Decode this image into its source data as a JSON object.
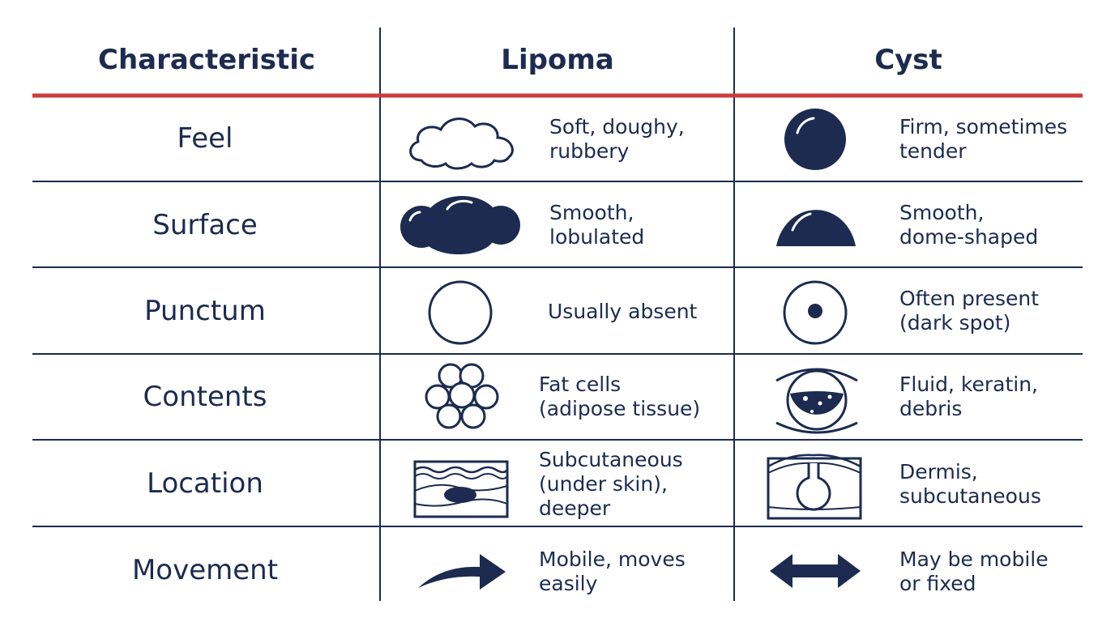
{
  "headers": {
    "characteristic": "Characteristic",
    "lipoma": "Lipoma",
    "cyst": "Cyst"
  },
  "rows": [
    {
      "label": "Feel",
      "lipoma": "Soft, doughy,\nrubbery",
      "cyst": "Firm, sometimes\ntender",
      "lipoma_icon": "cloud-outline-icon",
      "cyst_icon": "solid-sphere-icon"
    },
    {
      "label": "Surface",
      "lipoma": "Smooth,\nlobulated",
      "cyst": "Smooth,\ndome-shaped",
      "lipoma_icon": "lobulated-mass-icon",
      "cyst_icon": "dome-icon"
    },
    {
      "label": "Punctum",
      "lipoma": "Usually absent",
      "cyst": "Often present\n(dark spot)",
      "lipoma_icon": "empty-circle-icon",
      "cyst_icon": "circle-with-dot-icon"
    },
    {
      "label": "Contents",
      "lipoma": "Fat cells\n(adipose tissue)",
      "cyst": "Fluid, keratin,\ndebris",
      "lipoma_icon": "fat-cells-cluster-icon",
      "cyst_icon": "fluid-filled-sac-icon"
    },
    {
      "label": "Location",
      "lipoma": "Subcutaneous\n(under skin),\ndeeper",
      "cyst": "Dermis,\nsubcutaneous",
      "lipoma_icon": "skin-layer-mass-icon",
      "cyst_icon": "skin-layer-cyst-icon"
    },
    {
      "label": "Movement",
      "lipoma": "Mobile, moves\neasily",
      "cyst": "May be mobile\nor fixed",
      "lipoma_icon": "curved-arrow-icon",
      "cyst_icon": "double-arrow-icon"
    }
  ],
  "colors": {
    "navy": "#1c2b4f",
    "header_rule": "#cc3b3b",
    "background": "#ffffff"
  }
}
